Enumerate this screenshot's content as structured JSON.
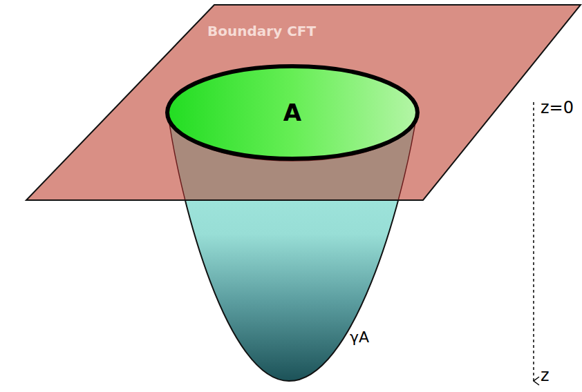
{
  "diagram": {
    "nodes": [
      {
        "text": [
          "Boundary CFT"
        ]
      },
      {
        "text": [
          "A"
        ],
        "in": 0
      }
    ],
    "labels": [
      "γA",
      "z=0",
      "z"
    ]
  }
}
